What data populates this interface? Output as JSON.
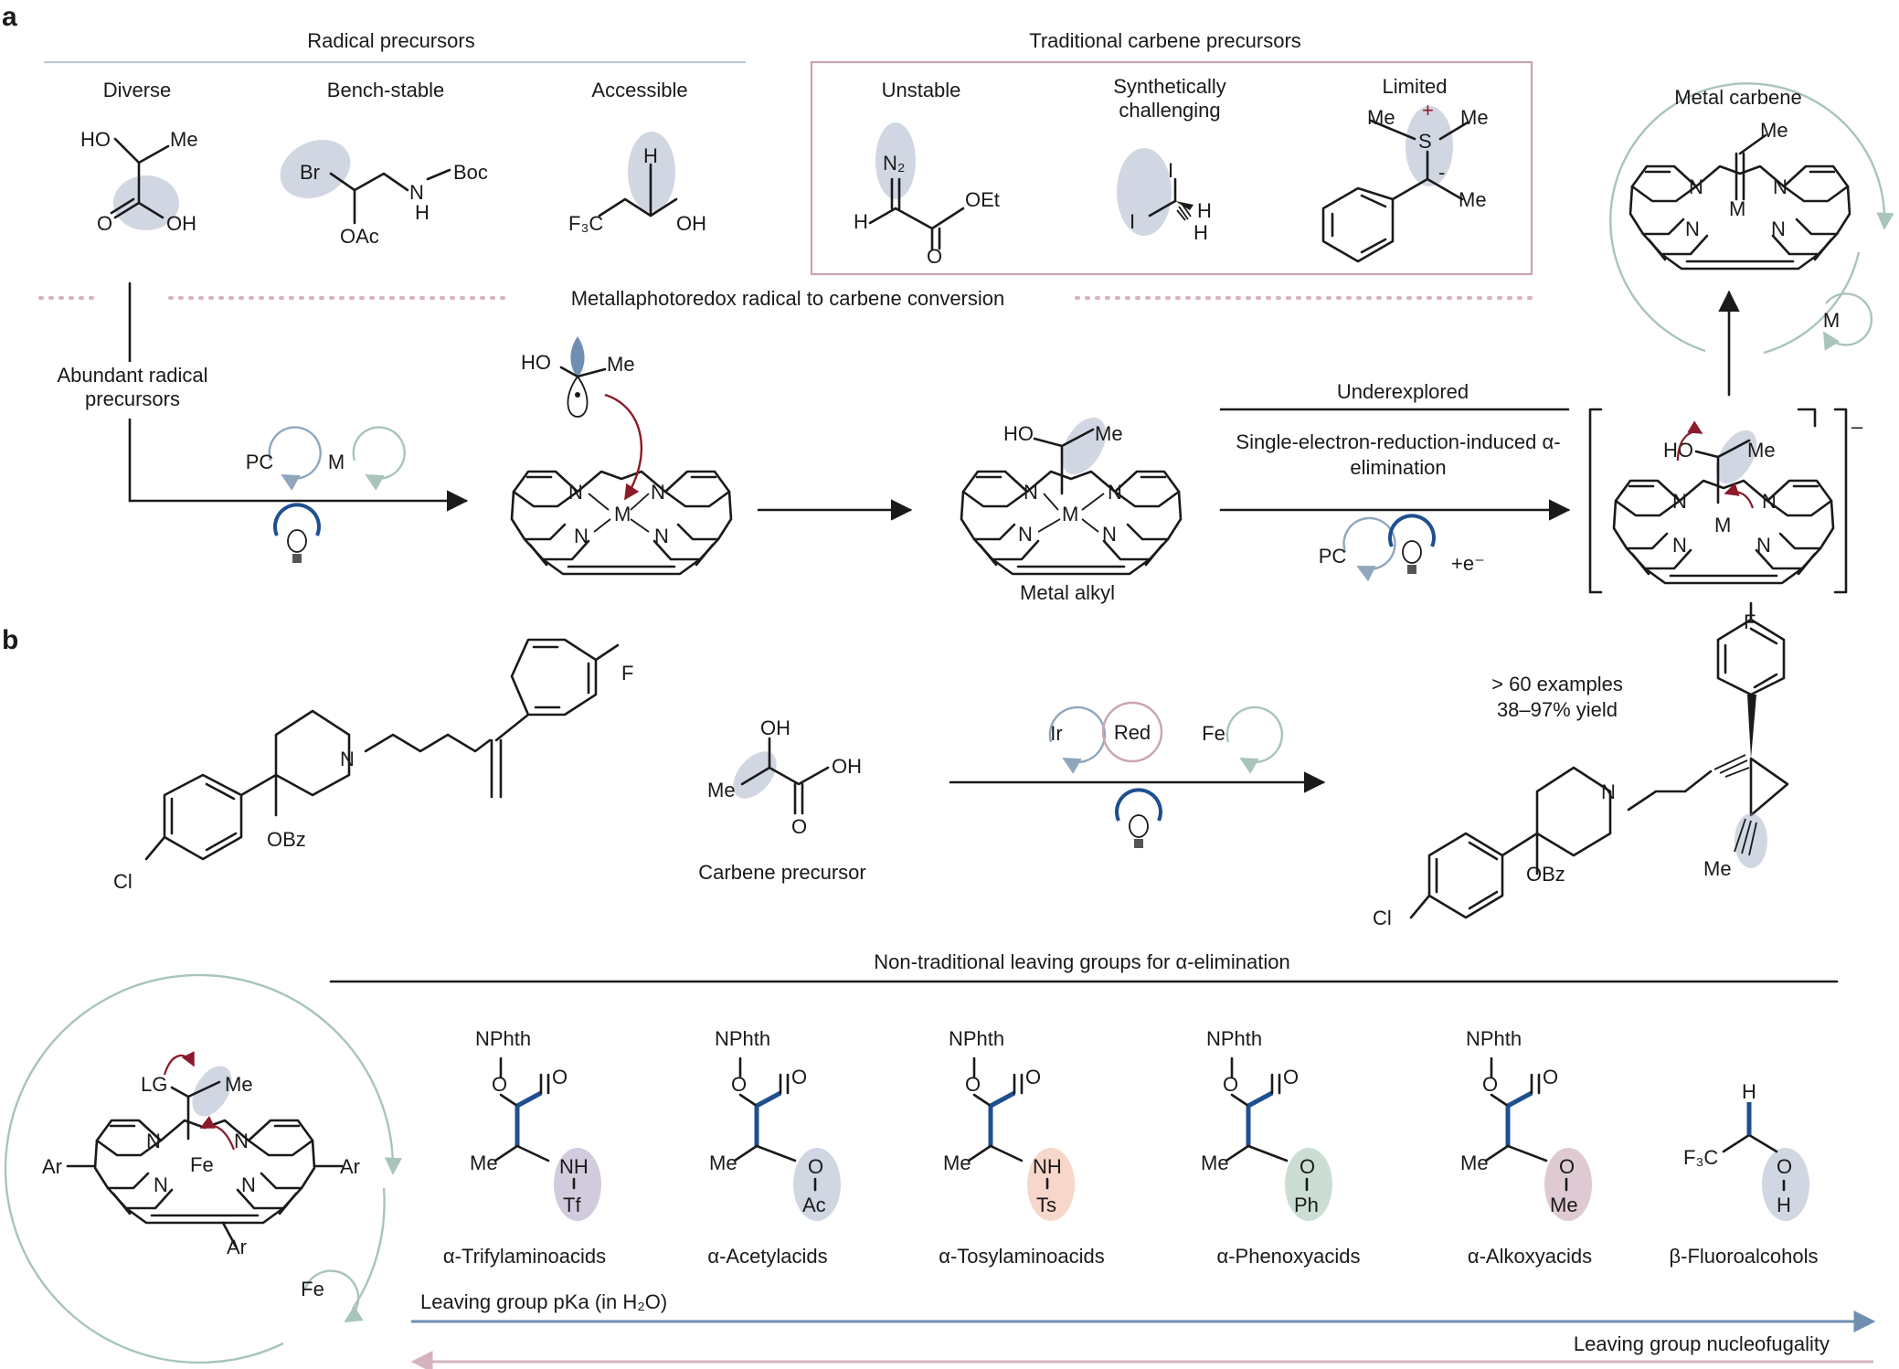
{
  "panel_a": {
    "letter": "a",
    "radical_precursors": {
      "title": "Radical precursors",
      "diverse": "Diverse",
      "bench_stable": "Bench-stable",
      "accessible": "Accessible"
    },
    "traditional": {
      "title": "Traditional carbene precursors",
      "unstable": "Unstable",
      "synthetic": "Synthetically challenging",
      "limited": "Limited"
    },
    "metal_carbene": "Metal carbene",
    "conversion_title": "Metallaphotoredox radical to carbene conversion",
    "abundant": "Abundant radical precursors",
    "underexplored": "Underexplored",
    "reduction": "Single-electron-reduction-induced α-elimination",
    "metal_alkyl": "Metal alkyl",
    "electron": "+e⁻",
    "charge": "–"
  },
  "cycles": {
    "pc": "PC",
    "m": "M",
    "ir": "Ir",
    "red": "Red",
    "fe": "Fe"
  },
  "atoms": {
    "ho": "HO",
    "me": "Me",
    "oh": "OH",
    "o": "O",
    "br": "Br",
    "nh": "N",
    "h": "H",
    "boc": "Boc",
    "oac": "OAc",
    "f3c": "F₃C",
    "n2": "N₂",
    "oet": "OEt",
    "i": "I",
    "s": "S",
    "plus": "+",
    "minus": "-",
    "n": "N",
    "m": "M",
    "fe": "Fe",
    "ar": "Ar",
    "lg": "LG",
    "cl": "Cl",
    "f": "F",
    "obz": "OBz",
    "nphth": "NPhth",
    "nhl": "NH",
    "tf": "Tf",
    "ts": "Ts",
    "ac": "Ac",
    "ph": "Ph"
  },
  "panel_b": {
    "letter": "b",
    "carbene_precursor": "Carbene precursor",
    "examples": "> 60 examples",
    "yield": "38–97% yield",
    "ntlg_title": "Non-traditional leaving groups for α-elimination",
    "classes": [
      "α-Trifylaminoacids",
      "α-Acetylacids",
      "α-Tosylaminoacids",
      "α-Phenoxyacids",
      "α-Alkoxyacids",
      "β-Fluoroalcohols"
    ],
    "pka": "Leaving group pKa (in H₂O)",
    "nucleofugality": "Leaving group nucleofugality"
  },
  "colors": {
    "grey_blue": "#9fb3c2",
    "sage": "#a9c3bd",
    "pink_box": "#c9a5ae",
    "maroon": "#8b1a2b",
    "blue_arrow": "#6f8fb0",
    "pink_arrow": "#d6b3bf",
    "halo_purple": "#9b8bb4",
    "halo_orange": "#f0a78c",
    "halo_green": "#8fb59f",
    "halo_mauve": "#b78aa0",
    "bond_blue": "#1f4f8f"
  }
}
